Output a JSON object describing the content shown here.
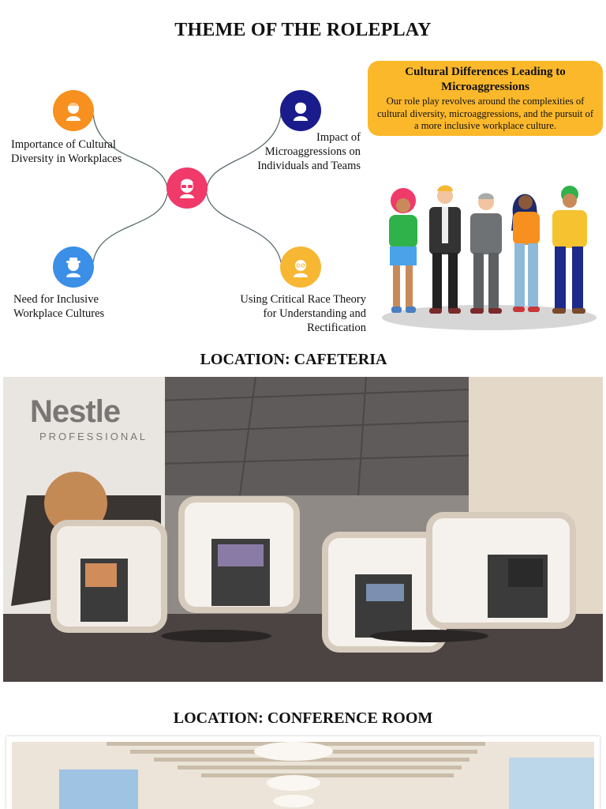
{
  "page_title": "THEME OF THE ROLEPLAY",
  "mindmap": {
    "nodes": {
      "top_left": "Importance of Cultural Diversity in Workplaces",
      "top_right": "Impact of Microaggressions on Individuals and Teams",
      "bottom_left": "Need for Inclusive Workplace Cultures",
      "bottom_right": "Using Critical Race Theory for Understanding and Rectification"
    },
    "colors": {
      "center": "#ef3a6a",
      "top_left": "#f7901e",
      "top_right": "#1a1c8c",
      "bottom_left": "#3b8fe6",
      "bottom_right": "#f7b733"
    }
  },
  "callout": {
    "title": "Cultural Differences Leading to Microaggressions",
    "body": "Our role play revolves around the complexities of cultural diversity, microaggressions, and the pursuit of a more inclusive workplace culture.",
    "color": "#fbb82b"
  },
  "locations": {
    "cafeteria": {
      "title": "LOCATION: CAFETERIA",
      "sign_brand": "Nestle",
      "sign_sub": "PROFESSIONAL"
    },
    "conference": {
      "title": "LOCATION: CONFERENCE ROOM"
    }
  }
}
